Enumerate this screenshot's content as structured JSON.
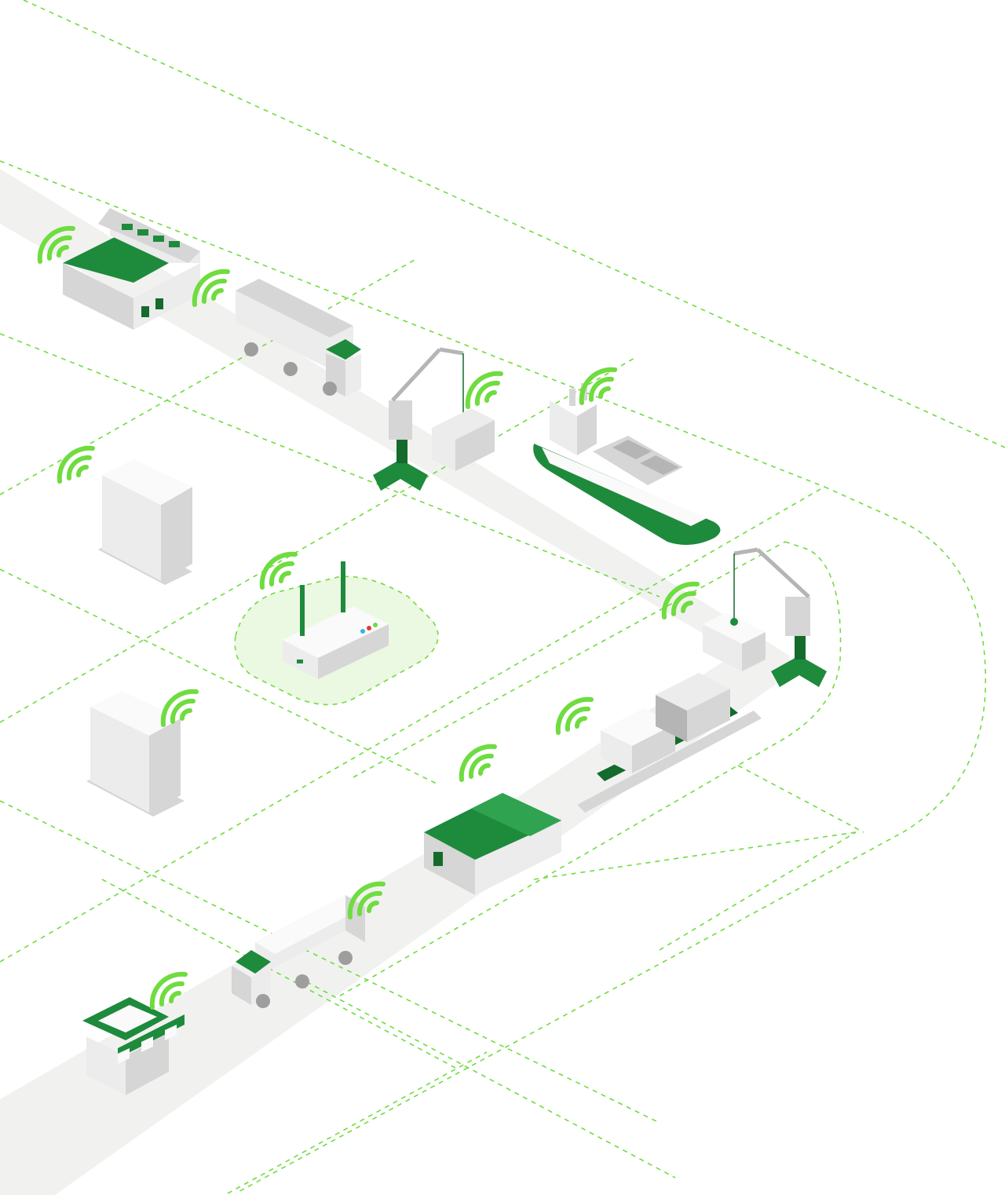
{
  "colors": {
    "background": "#ffffff",
    "road": "#f1f2f0",
    "grid_dash": "#6fdc3f",
    "brand_green": "#1e8a3c",
    "brand_green_dark": "#146b2c",
    "brand_green_light": "#2fa34f",
    "gray_light": "#ececec",
    "gray_mid": "#d6d6d6",
    "gray_dark": "#b5b5b5",
    "signal": "#6fdc3f",
    "hub_fill": "#ebf8e2"
  },
  "nodes": [
    {
      "name": "factory",
      "icon": "factory-icon"
    },
    {
      "name": "truck-1",
      "icon": "truck-icon"
    },
    {
      "name": "crane-1",
      "icon": "port-crane-icon"
    },
    {
      "name": "container-1",
      "icon": "shipping-container-icon"
    },
    {
      "name": "ship",
      "icon": "cargo-ship-icon"
    },
    {
      "name": "pallet-1",
      "icon": "pallet-icon"
    },
    {
      "name": "gateway",
      "icon": "iot-gateway-router-icon"
    },
    {
      "name": "container-2",
      "icon": "shipping-container-icon"
    },
    {
      "name": "crane-2",
      "icon": "port-crane-icon"
    },
    {
      "name": "pallet-2",
      "icon": "pallet-icon"
    },
    {
      "name": "train",
      "icon": "freight-train-icon"
    },
    {
      "name": "warehouse",
      "icon": "warehouse-icon"
    },
    {
      "name": "truck-2",
      "icon": "truck-icon"
    },
    {
      "name": "store",
      "icon": "store-icon"
    }
  ]
}
